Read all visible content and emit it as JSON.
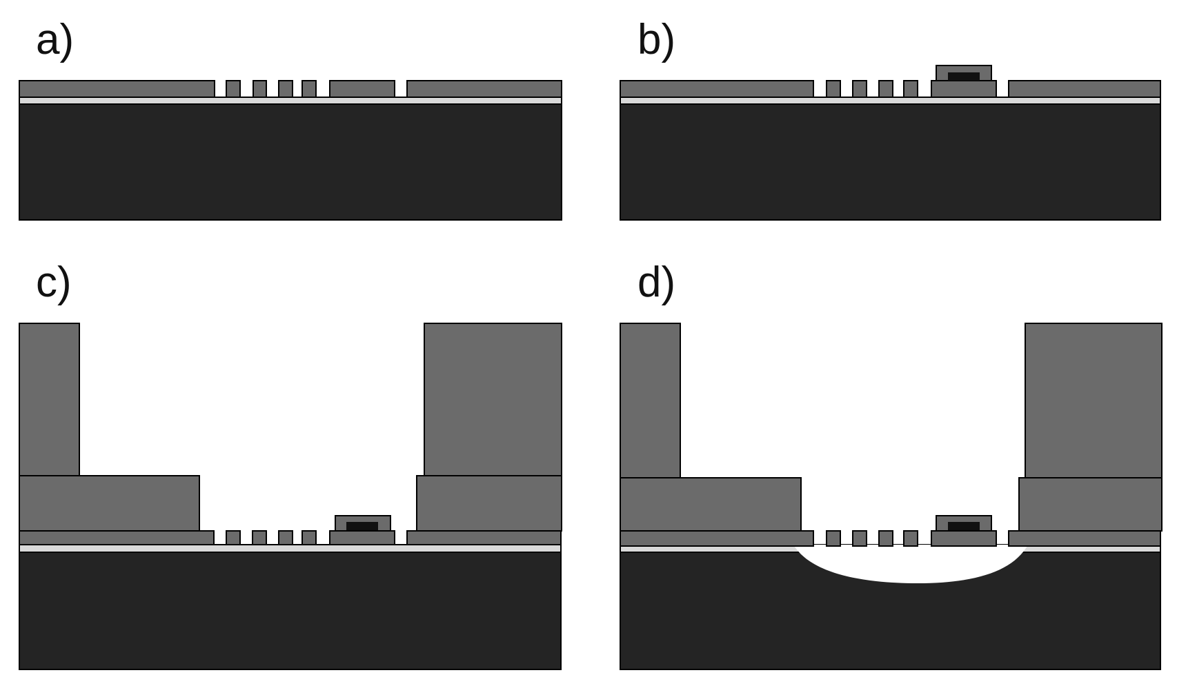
{
  "panels": [
    {
      "id": "a",
      "label": "a)"
    },
    {
      "id": "b",
      "label": "b)"
    },
    {
      "id": "c",
      "label": "c)"
    },
    {
      "id": "d",
      "label": "d)"
    }
  ],
  "colors": {
    "substrate": "#242424",
    "device_layer": "#6b6b6b",
    "oxide_layer": "#d9d9d9",
    "contact_core": "#111111",
    "outline": "#000000",
    "background": "#ffffff"
  }
}
